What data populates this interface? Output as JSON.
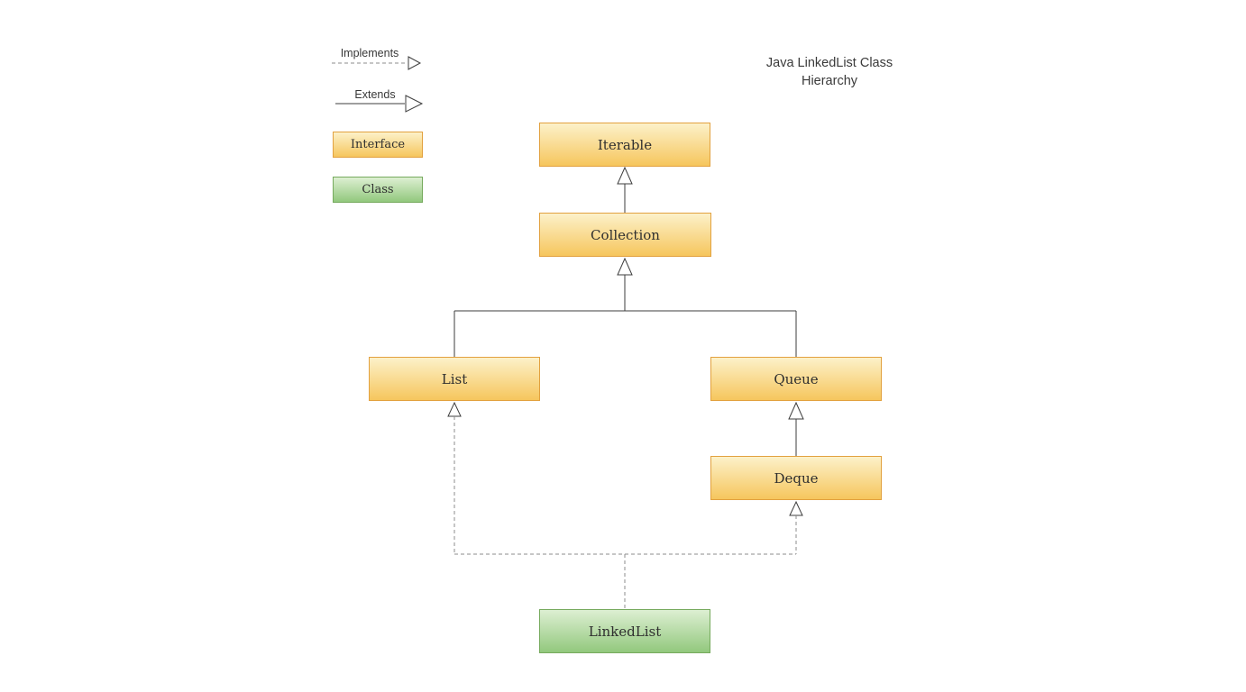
{
  "title": {
    "line1": "Java LinkedList Class",
    "line2": "Hierarchy"
  },
  "legend": {
    "implements_label": "Implements",
    "extends_label": "Extends",
    "interface_label": "Interface",
    "class_label": "Class"
  },
  "nodes": {
    "iterable": {
      "label": "Iterable",
      "kind": "interface"
    },
    "collection": {
      "label": "Collection",
      "kind": "interface"
    },
    "list": {
      "label": "List",
      "kind": "interface"
    },
    "queue": {
      "label": "Queue",
      "kind": "interface"
    },
    "deque": {
      "label": "Deque",
      "kind": "interface"
    },
    "linkedlist": {
      "label": "LinkedList",
      "kind": "class"
    }
  },
  "relations": [
    {
      "from": "Collection",
      "to": "Iterable",
      "type": "extends"
    },
    {
      "from": "List",
      "to": "Collection",
      "type": "extends"
    },
    {
      "from": "Queue",
      "to": "Collection",
      "type": "extends"
    },
    {
      "from": "Deque",
      "to": "Queue",
      "type": "extends"
    },
    {
      "from": "LinkedList",
      "to": "List",
      "type": "implements"
    },
    {
      "from": "LinkedList",
      "to": "Deque",
      "type": "implements"
    }
  ],
  "colors": {
    "interface_gradient_top": "#FCF1C9",
    "interface_gradient_bottom": "#F6C65D",
    "interface_border": "#E2A13F",
    "class_gradient_top": "#DDEFD2",
    "class_gradient_bottom": "#92C87D",
    "class_border": "#76AA5D",
    "solid_line": "#3D3D3D",
    "dashed_line": "#8C8C8C",
    "text": "#2F2F2F"
  }
}
